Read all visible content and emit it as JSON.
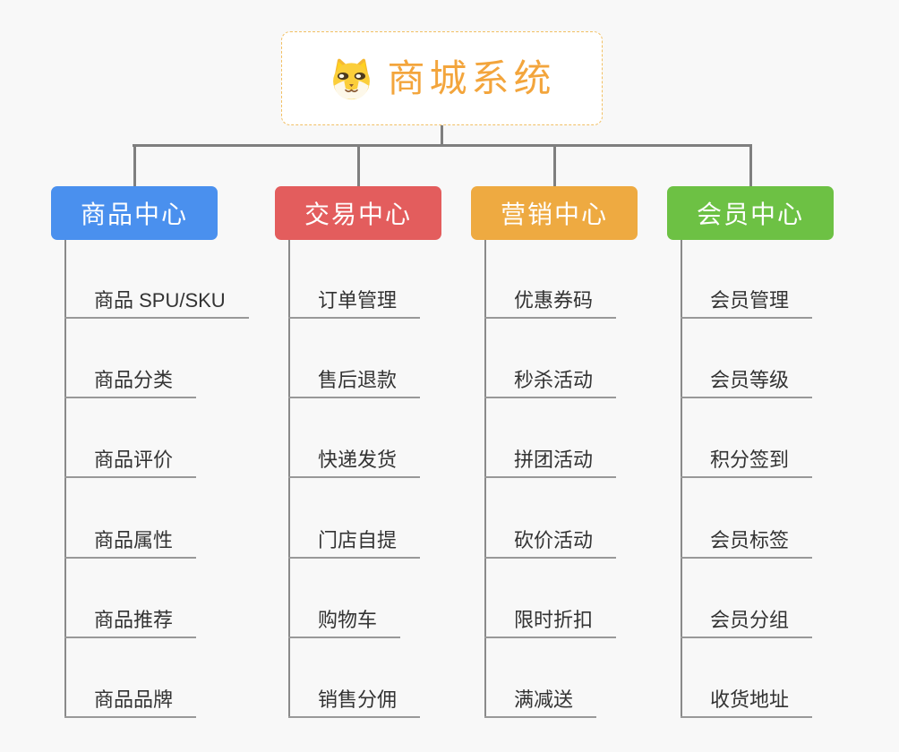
{
  "root": {
    "title": "商城系统",
    "icon": "dog-face-icon",
    "title_color": "#f3a53c",
    "border_color": "#f2c064"
  },
  "branches": [
    {
      "label": "商品中心",
      "color": "#4a90ee",
      "items": [
        "商品 SPU/SKU",
        "商品分类",
        "商品评价",
        "商品属性",
        "商品推荐",
        "商品品牌"
      ]
    },
    {
      "label": "交易中心",
      "color": "#e35d5d",
      "items": [
        "订单管理",
        "售后退款",
        "快递发货",
        "门店自提",
        "购物车",
        "销售分佣"
      ]
    },
    {
      "label": "营销中心",
      "color": "#eeaa41",
      "items": [
        "优惠券码",
        "秒杀活动",
        "拼团活动",
        "砍价活动",
        "限时折扣",
        "满减送"
      ]
    },
    {
      "label": "会员中心",
      "color": "#6dc144",
      "items": [
        "会员管理",
        "会员等级",
        "积分签到",
        "会员标签",
        "会员分组",
        "收货地址"
      ]
    }
  ],
  "colors": {
    "background": "#f8f8f8",
    "connector": "#7f7f7f",
    "leaf_line": "#999999",
    "leaf_text": "#333333"
  }
}
